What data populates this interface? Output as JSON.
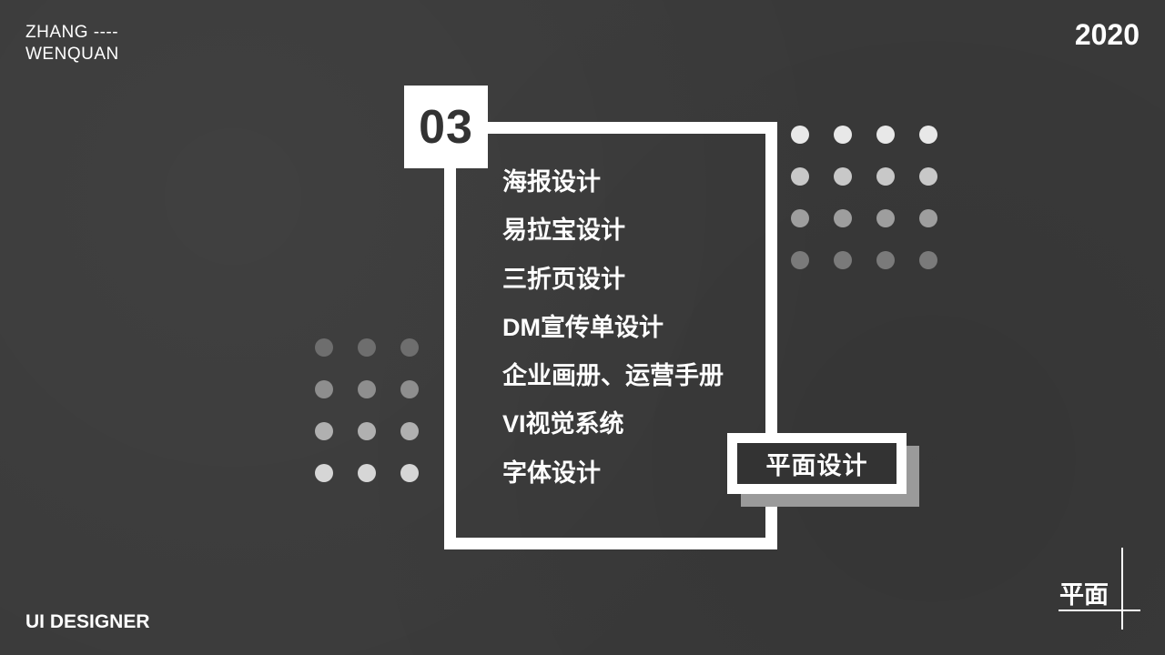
{
  "header": {
    "author_line1": "ZHANG ----",
    "author_line2": "WENQUAN",
    "year": "2020"
  },
  "footer": {
    "role": "UI DESIGNER",
    "corner_label": "平面"
  },
  "section": {
    "number": "03",
    "items": [
      "海报设计",
      "易拉宝设计",
      "三折页设计",
      "DM宣传单设计",
      "企业画册、运营手册",
      "VI视觉系统",
      "字体设计"
    ],
    "tag": "平面设计"
  },
  "colors": {
    "background": "#3a3a3a",
    "foreground": "#ffffff",
    "dark": "#333333",
    "tag_shadow": "#9a9a9a"
  }
}
